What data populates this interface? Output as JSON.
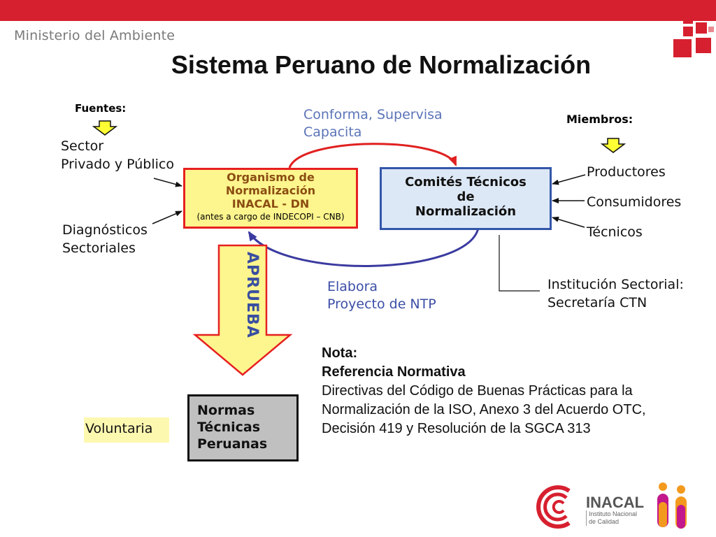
{
  "header": {
    "ministry": "Ministerio del Ambiente",
    "title": "Sistema Peruano de Normalización"
  },
  "left": {
    "sources_label": "Fuentes:",
    "sector_line1": "Sector",
    "sector_line2": "Privado y Público",
    "diag_line1": "Diagnósticos",
    "diag_line2": "Sectoriales"
  },
  "right": {
    "members_label": "Miembros:",
    "members": [
      "Productores",
      "Consumidores",
      "Técnicos"
    ],
    "institution_line1": "Institución Sectorial:",
    "institution_line2": "Secretaría CTN"
  },
  "center": {
    "top_arrow_line1": "Conforma, Supervisa",
    "top_arrow_line2": "Capacita",
    "bottom_arrow_line1": "Elabora",
    "bottom_arrow_line2": "Proyecto de NTP",
    "org_line1": "Organismo de",
    "org_line2": "Normalización",
    "org_line3": "INACAL - DN",
    "org_sub": "(antes a cargo de INDECOPI – CNB)",
    "ctn_line1": "Comités Técnicos",
    "ctn_line2": "de",
    "ctn_line3": "Normalización",
    "approve": "APRUEBA",
    "ntp_line1": "Normas",
    "ntp_line2": "Técnicas",
    "ntp_line3": "Peruanas",
    "voluntary": "Voluntaria"
  },
  "note": {
    "heading": "Nota:",
    "subheading": "Referencia Normativa",
    "line1": "Directivas del Código de Buenas Prácticas para la",
    "line2": "Normalización de la ISO, Anexo 3 del Acuerdo OTC,",
    "line3": "Decisión 419 y Resolución de la SGCA 313"
  },
  "footer": {
    "brand": "INACAL",
    "brand_sub1": "Instituto Nacional",
    "brand_sub2": "de Calidad"
  },
  "colors": {
    "topbar": "#d7202f",
    "org_border": "#e62020",
    "org_fill": "#fdf58d",
    "ctn_border": "#3356a9",
    "ctn_fill": "#dde8f6",
    "arrow_top": "#e02020",
    "arrow_bottom": "#3a3aa0",
    "approve_arrow": "#fdf58d"
  }
}
